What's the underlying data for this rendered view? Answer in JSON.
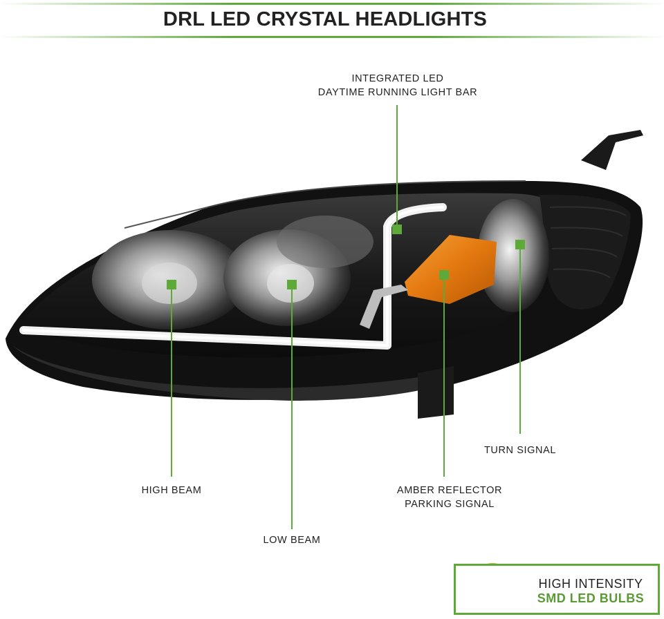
{
  "title": "DRL LED CRYSTAL HEADLIGHTS",
  "callouts": {
    "drl": {
      "line1": "INTEGRATED LED",
      "line2": "DAYTIME RUNNING LIGHT BAR"
    },
    "turn_signal": "TURN SIGNAL",
    "high_beam": "HIGH BEAM",
    "amber": {
      "line1": "AMBER REFLECTOR",
      "line2": "PARKING SIGNAL"
    },
    "low_beam": "LOW BEAM"
  },
  "badge": {
    "line1": "HIGH INTENSITY",
    "line2": "SMD LED BULBS"
  },
  "colors": {
    "accent_green": "#5daa38",
    "housing_black": "#141414",
    "amber": "#e98a1c",
    "drl_glow": "#f2f2f2",
    "led_yellow": "#f2e27a"
  },
  "icons": [
    "headlight-assembly-image",
    "smd-led-chip-icon"
  ]
}
